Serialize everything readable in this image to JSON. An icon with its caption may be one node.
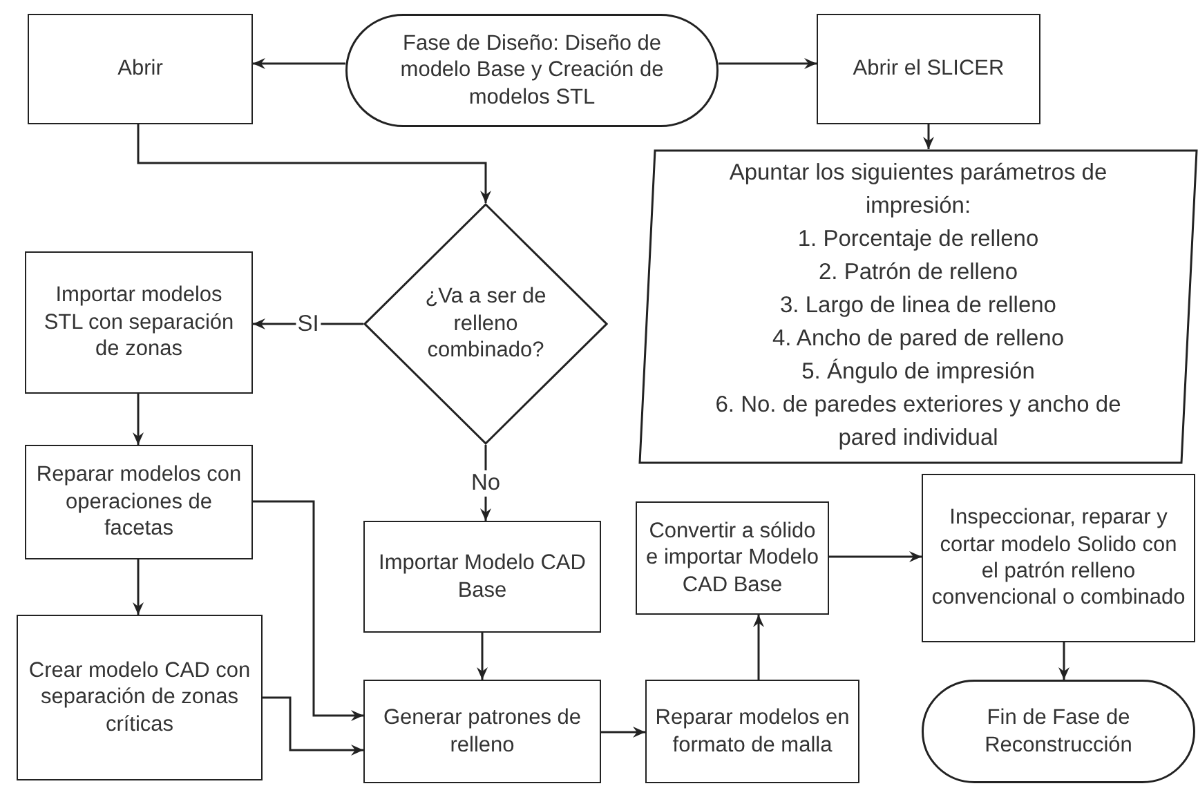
{
  "diagram": {
    "nodes": [
      {
        "text": [
          "Fase de Diseño: Diseño de modelo Base y Creación de modelos STL"
        ]
      },
      {
        "text": [
          "Abrir"
        ]
      },
      {
        "text": [
          "Abrir el SLICER"
        ]
      },
      {
        "text": [
          "Apuntar los siguientes parámetros de impresión:",
          "1. Porcentaje de relleno",
          "2. Patrón de relleno",
          "3. Largo de linea de relleno",
          "4. Ancho de pared de relleno",
          "5. Ángulo de impresión",
          "6. No. de paredes exteriores y ancho de pared individual"
        ]
      },
      {
        "text": [
          "¿Va a ser de relleno combinado?"
        ]
      },
      {
        "text": [
          "Importar modelos STL con separación de zonas"
        ]
      },
      {
        "text": [
          "Reparar modelos con operaciones de facetas"
        ]
      },
      {
        "text": [
          "Crear modelo CAD con separación de zonas críticas"
        ]
      },
      {
        "text": [
          "Importar Modelo CAD Base"
        ]
      },
      {
        "text": [
          "Generar patrones de relleno"
        ]
      },
      {
        "text": [
          "Convertir a sólido e importar Modelo CAD Base"
        ]
      },
      {
        "text": [
          "Inspeccionar, reparar y cortar modelo Solido con el patrón relleno convencional o combinado"
        ]
      },
      {
        "text": [
          "Reparar modelos en formato de malla"
        ]
      },
      {
        "text": [
          "Fin de Fase de Reconstrucción"
        ]
      }
    ],
    "edges": [
      {
        "from": 0,
        "to": 1,
        "arrow": "to"
      },
      {
        "from": 0,
        "to": 2,
        "arrow": "to"
      },
      {
        "from": 2,
        "to": 3,
        "arrow": "to"
      },
      {
        "from": 1,
        "to": 4,
        "arrow": "to"
      },
      {
        "from": 4,
        "to": 5,
        "arrow": "to",
        "label": "SI"
      },
      {
        "from": 4,
        "to": 8,
        "arrow": "to",
        "label": "No"
      },
      {
        "from": 5,
        "to": 6,
        "arrow": "to"
      },
      {
        "from": 6,
        "to": 7,
        "arrow": "to"
      },
      {
        "from": 6,
        "to": 9,
        "arrow": "to"
      },
      {
        "from": 7,
        "to": 9,
        "arrow": "to"
      },
      {
        "from": 8,
        "to": 9,
        "arrow": "to"
      },
      {
        "from": 9,
        "to": 12,
        "arrow": "to"
      },
      {
        "from": 12,
        "to": 10,
        "arrow": "to"
      },
      {
        "from": 10,
        "to": 11,
        "arrow": "to"
      },
      {
        "from": 11,
        "to": 13,
        "arrow": "to"
      }
    ]
  }
}
